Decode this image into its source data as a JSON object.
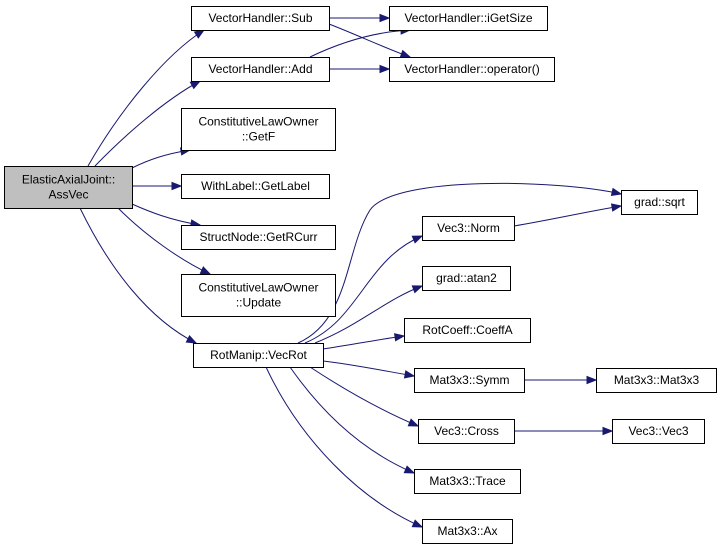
{
  "colors": {
    "edge": "#191970",
    "root_fill": "#bfbfbf",
    "node_fill": "#ffffff",
    "border": "#000000"
  },
  "nodes": {
    "assvec": [
      "ElasticAxialJoint::",
      "AssVec"
    ],
    "sub": [
      "VectorHandler::Sub"
    ],
    "add": [
      "VectorHandler::Add"
    ],
    "igetsize": [
      "VectorHandler::iGetSize"
    ],
    "operator": [
      "VectorHandler::operator()"
    ],
    "getf": [
      "ConstitutiveLawOwner",
      "::GetF"
    ],
    "getlabel": [
      "WithLabel::GetLabel"
    ],
    "getrcurr": [
      "StructNode::GetRCurr"
    ],
    "update": [
      "ConstitutiveLawOwner",
      "::Update"
    ],
    "vecrot": [
      "RotManip::VecRot"
    ],
    "sqrt": [
      "grad::sqrt"
    ],
    "norm": [
      "Vec3::Norm"
    ],
    "atan2": [
      "grad::atan2"
    ],
    "coeffa": [
      "RotCoeff::CoeffA"
    ],
    "symm": [
      "Mat3x3::Symm"
    ],
    "mat3x3": [
      "Mat3x3::Mat3x3"
    ],
    "cross": [
      "Vec3::Cross"
    ],
    "vec3": [
      "Vec3::Vec3"
    ],
    "trace": [
      "Mat3x3::Trace"
    ],
    "ax": [
      "Mat3x3::Ax"
    ]
  },
  "edges": [
    [
      "assvec",
      "sub"
    ],
    [
      "assvec",
      "add"
    ],
    [
      "assvec",
      "getf"
    ],
    [
      "assvec",
      "getlabel"
    ],
    [
      "assvec",
      "getrcurr"
    ],
    [
      "assvec",
      "update"
    ],
    [
      "assvec",
      "vecrot"
    ],
    [
      "sub",
      "igetsize"
    ],
    [
      "sub",
      "operator"
    ],
    [
      "add",
      "igetsize"
    ],
    [
      "add",
      "operator"
    ],
    [
      "vecrot",
      "sqrt"
    ],
    [
      "vecrot",
      "norm"
    ],
    [
      "vecrot",
      "atan2"
    ],
    [
      "vecrot",
      "coeffa"
    ],
    [
      "vecrot",
      "symm"
    ],
    [
      "vecrot",
      "cross"
    ],
    [
      "vecrot",
      "trace"
    ],
    [
      "vecrot",
      "ax"
    ],
    [
      "norm",
      "sqrt"
    ],
    [
      "symm",
      "mat3x3"
    ],
    [
      "cross",
      "vec3"
    ]
  ]
}
